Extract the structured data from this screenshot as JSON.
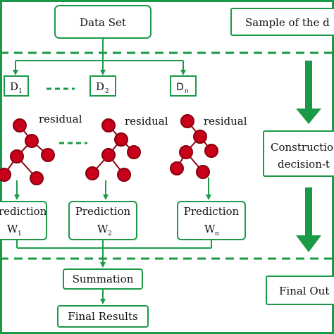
{
  "colors": {
    "green": "#1a9a47",
    "node_red": "#c8001a",
    "node_stroke": "#8a0010",
    "text": "#111111"
  },
  "top": {
    "dataset_label": "Data Set",
    "sample_label": "Sample of the d"
  },
  "subsets": {
    "d1": {
      "main": "D",
      "sub": "1"
    },
    "d2": {
      "main": "D",
      "sub": "2"
    },
    "dn": {
      "main": "D",
      "sub": "n"
    }
  },
  "trees": {
    "residual_label": "residual"
  },
  "predictions": {
    "p1": {
      "label": "rediction",
      "w_main": "W",
      "w_sub": "1"
    },
    "p2": {
      "label": "Prediction",
      "w_main": "W",
      "w_sub": "2"
    },
    "pn": {
      "label": "Prediction",
      "w_main": "W",
      "w_sub": "n"
    }
  },
  "bottom": {
    "summation_label": "Summation",
    "final_results_label": "Final Results"
  },
  "right": {
    "construction_line1": "Constructio",
    "construction_line2": "decision-t",
    "final_output_label": "Final Out"
  }
}
